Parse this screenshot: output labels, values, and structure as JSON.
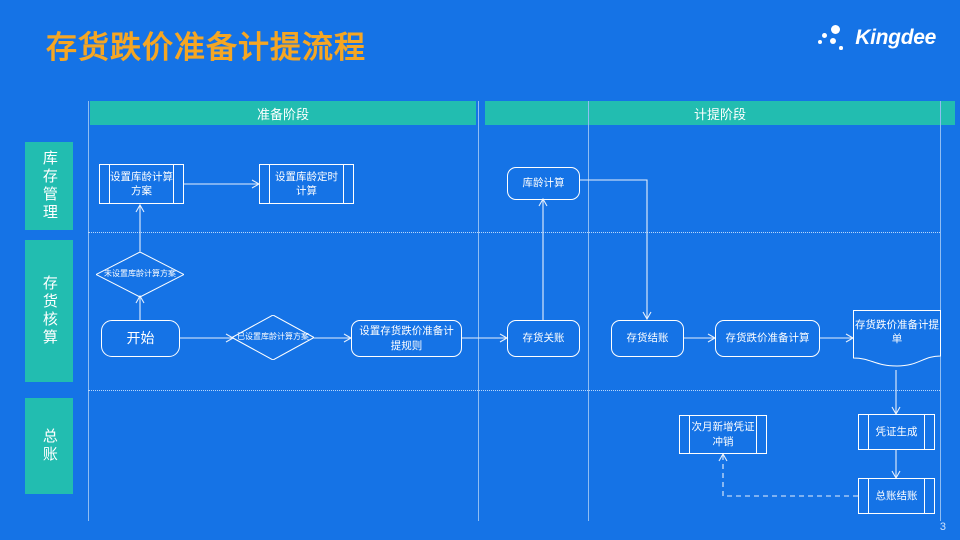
{
  "slide": {
    "title": "存货跌价准备计提流程",
    "page_number": "3",
    "background_color": "#1573e6",
    "title_color": "#f5a623",
    "accent_color": "#22bdb0"
  },
  "brand": {
    "name": "Kingdee",
    "logo_icon": "kingdee-dots-logo"
  },
  "phases": [
    {
      "label": "准备阶段"
    },
    {
      "label": "计提阶段"
    }
  ],
  "lanes": [
    {
      "label": "库存管理"
    },
    {
      "label": "存货核算"
    },
    {
      "label": "总账"
    }
  ],
  "nodes": {
    "set_aging_plan": "设置库龄计算方案",
    "set_aging_schedule": "设置库龄定时计算",
    "aging_calc": "库龄计算",
    "no_aging_plan": "未设置库龄计算方案",
    "start": "开始",
    "has_aging_plan": "已设置库龄计算方案",
    "set_impair_rule": "设置存货跌价准备计提规则",
    "inv_close_acct": "存货关账",
    "inv_settle": "存货结账",
    "impair_calc": "存货跌价准备计算",
    "impair_doc": "存货跌价准备计提单",
    "next_month_reverse": "次月新增凭证冲销",
    "voucher_gen": "凭证生成",
    "gl_settle": "总账结账"
  }
}
